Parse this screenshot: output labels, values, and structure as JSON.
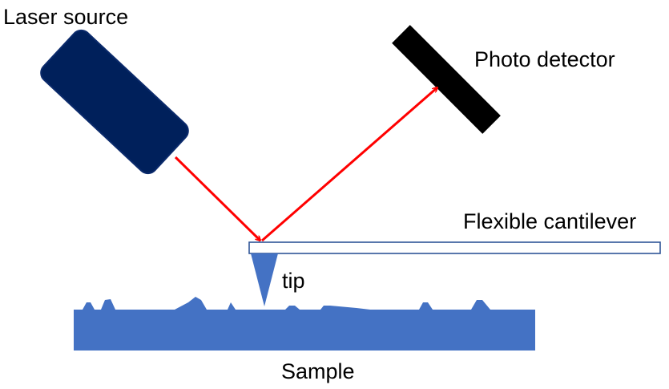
{
  "labels": {
    "laser_source": "Laser source",
    "photo_detector": "Photo detector",
    "flexible_cantilever": "Flexible cantilever",
    "tip": "tip",
    "sample": "Sample"
  },
  "colors": {
    "laser_body": "#00205b",
    "laser_border": "#0b2a6b",
    "beam": "#ff0000",
    "detector": "#000000",
    "cantilever_border": "#2f5597",
    "tip": "#4472c4",
    "sample": "#4472c4",
    "text": "#000000"
  }
}
